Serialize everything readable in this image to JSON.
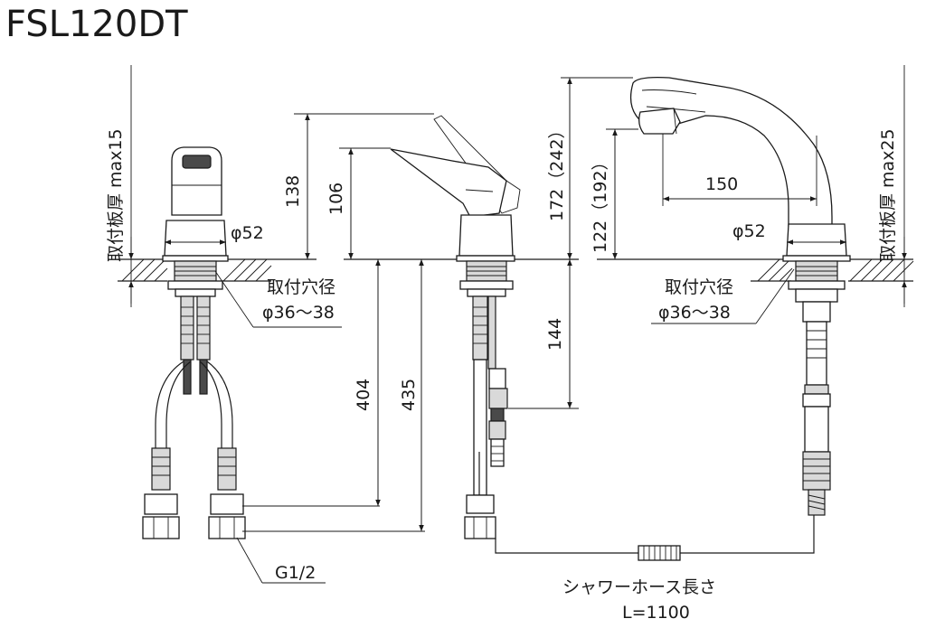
{
  "title": "FSL120DT",
  "front_view": {
    "plate_thickness_label": "取付板厚 max15",
    "diameter_label": "φ52",
    "hole_label_line1": "取付穴径",
    "hole_label_line2": "φ36～38",
    "thread_label": "G1/2",
    "dim_404": "404",
    "dim_435": "435"
  },
  "side_view": {
    "dim_138": "138",
    "dim_106": "106"
  },
  "extended_view": {
    "dim_172": "172（242）",
    "dim_122": "122（192）",
    "dim_150": "150",
    "dim_144": "144",
    "diameter_label": "φ52",
    "hole_label_line1": "取付穴径",
    "hole_label_line2": "φ36～38",
    "plate_thickness_label": "取付板厚 max25"
  },
  "hose": {
    "label": "シャワーホース長さ",
    "length": "L=1100"
  }
}
